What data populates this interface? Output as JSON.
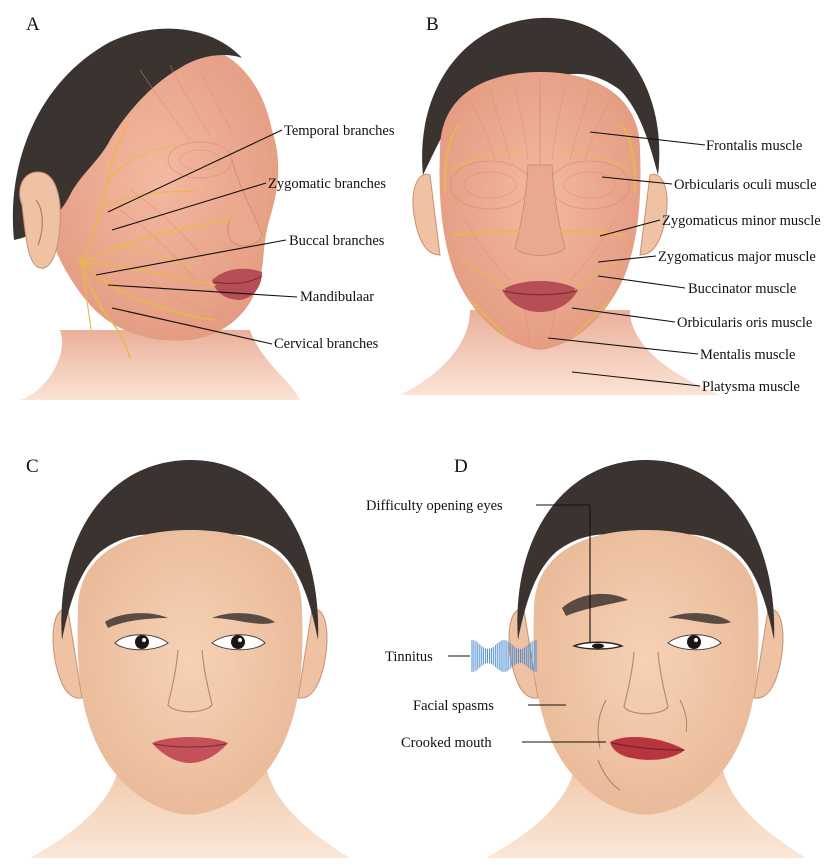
{
  "panels": {
    "a": {
      "letter": "A",
      "labels": [
        "Temporal branches",
        "Zygomatic branches",
        "Buccal branches",
        "Mandibulaar",
        "Cervical branches"
      ]
    },
    "b": {
      "letter": "B",
      "labels": [
        "Frontalis muscle",
        "Orbicularis oculi muscle",
        "Zygomaticus minor muscle",
        "Zygomaticus major muscle",
        "Buccinator muscle",
        "Orbicularis oris muscle",
        "Mentalis muscle",
        "Platysma muscle"
      ]
    },
    "c": {
      "letter": "C"
    },
    "d": {
      "letter": "D",
      "labels": [
        "Difficulty opening eyes",
        "Tinnitus",
        "Facial spasms",
        "Crooked mouth"
      ]
    }
  },
  "colors": {
    "hair": "#3a3330",
    "skin": "#f1c6a6",
    "muscle": "#eba58c",
    "nerve": "#e8b94a",
    "lips": "#c4505a",
    "tinnitus": "#4f8fd0"
  },
  "icons": [
    "eye-icon",
    "ear-icon",
    "sound-wave-icon"
  ]
}
